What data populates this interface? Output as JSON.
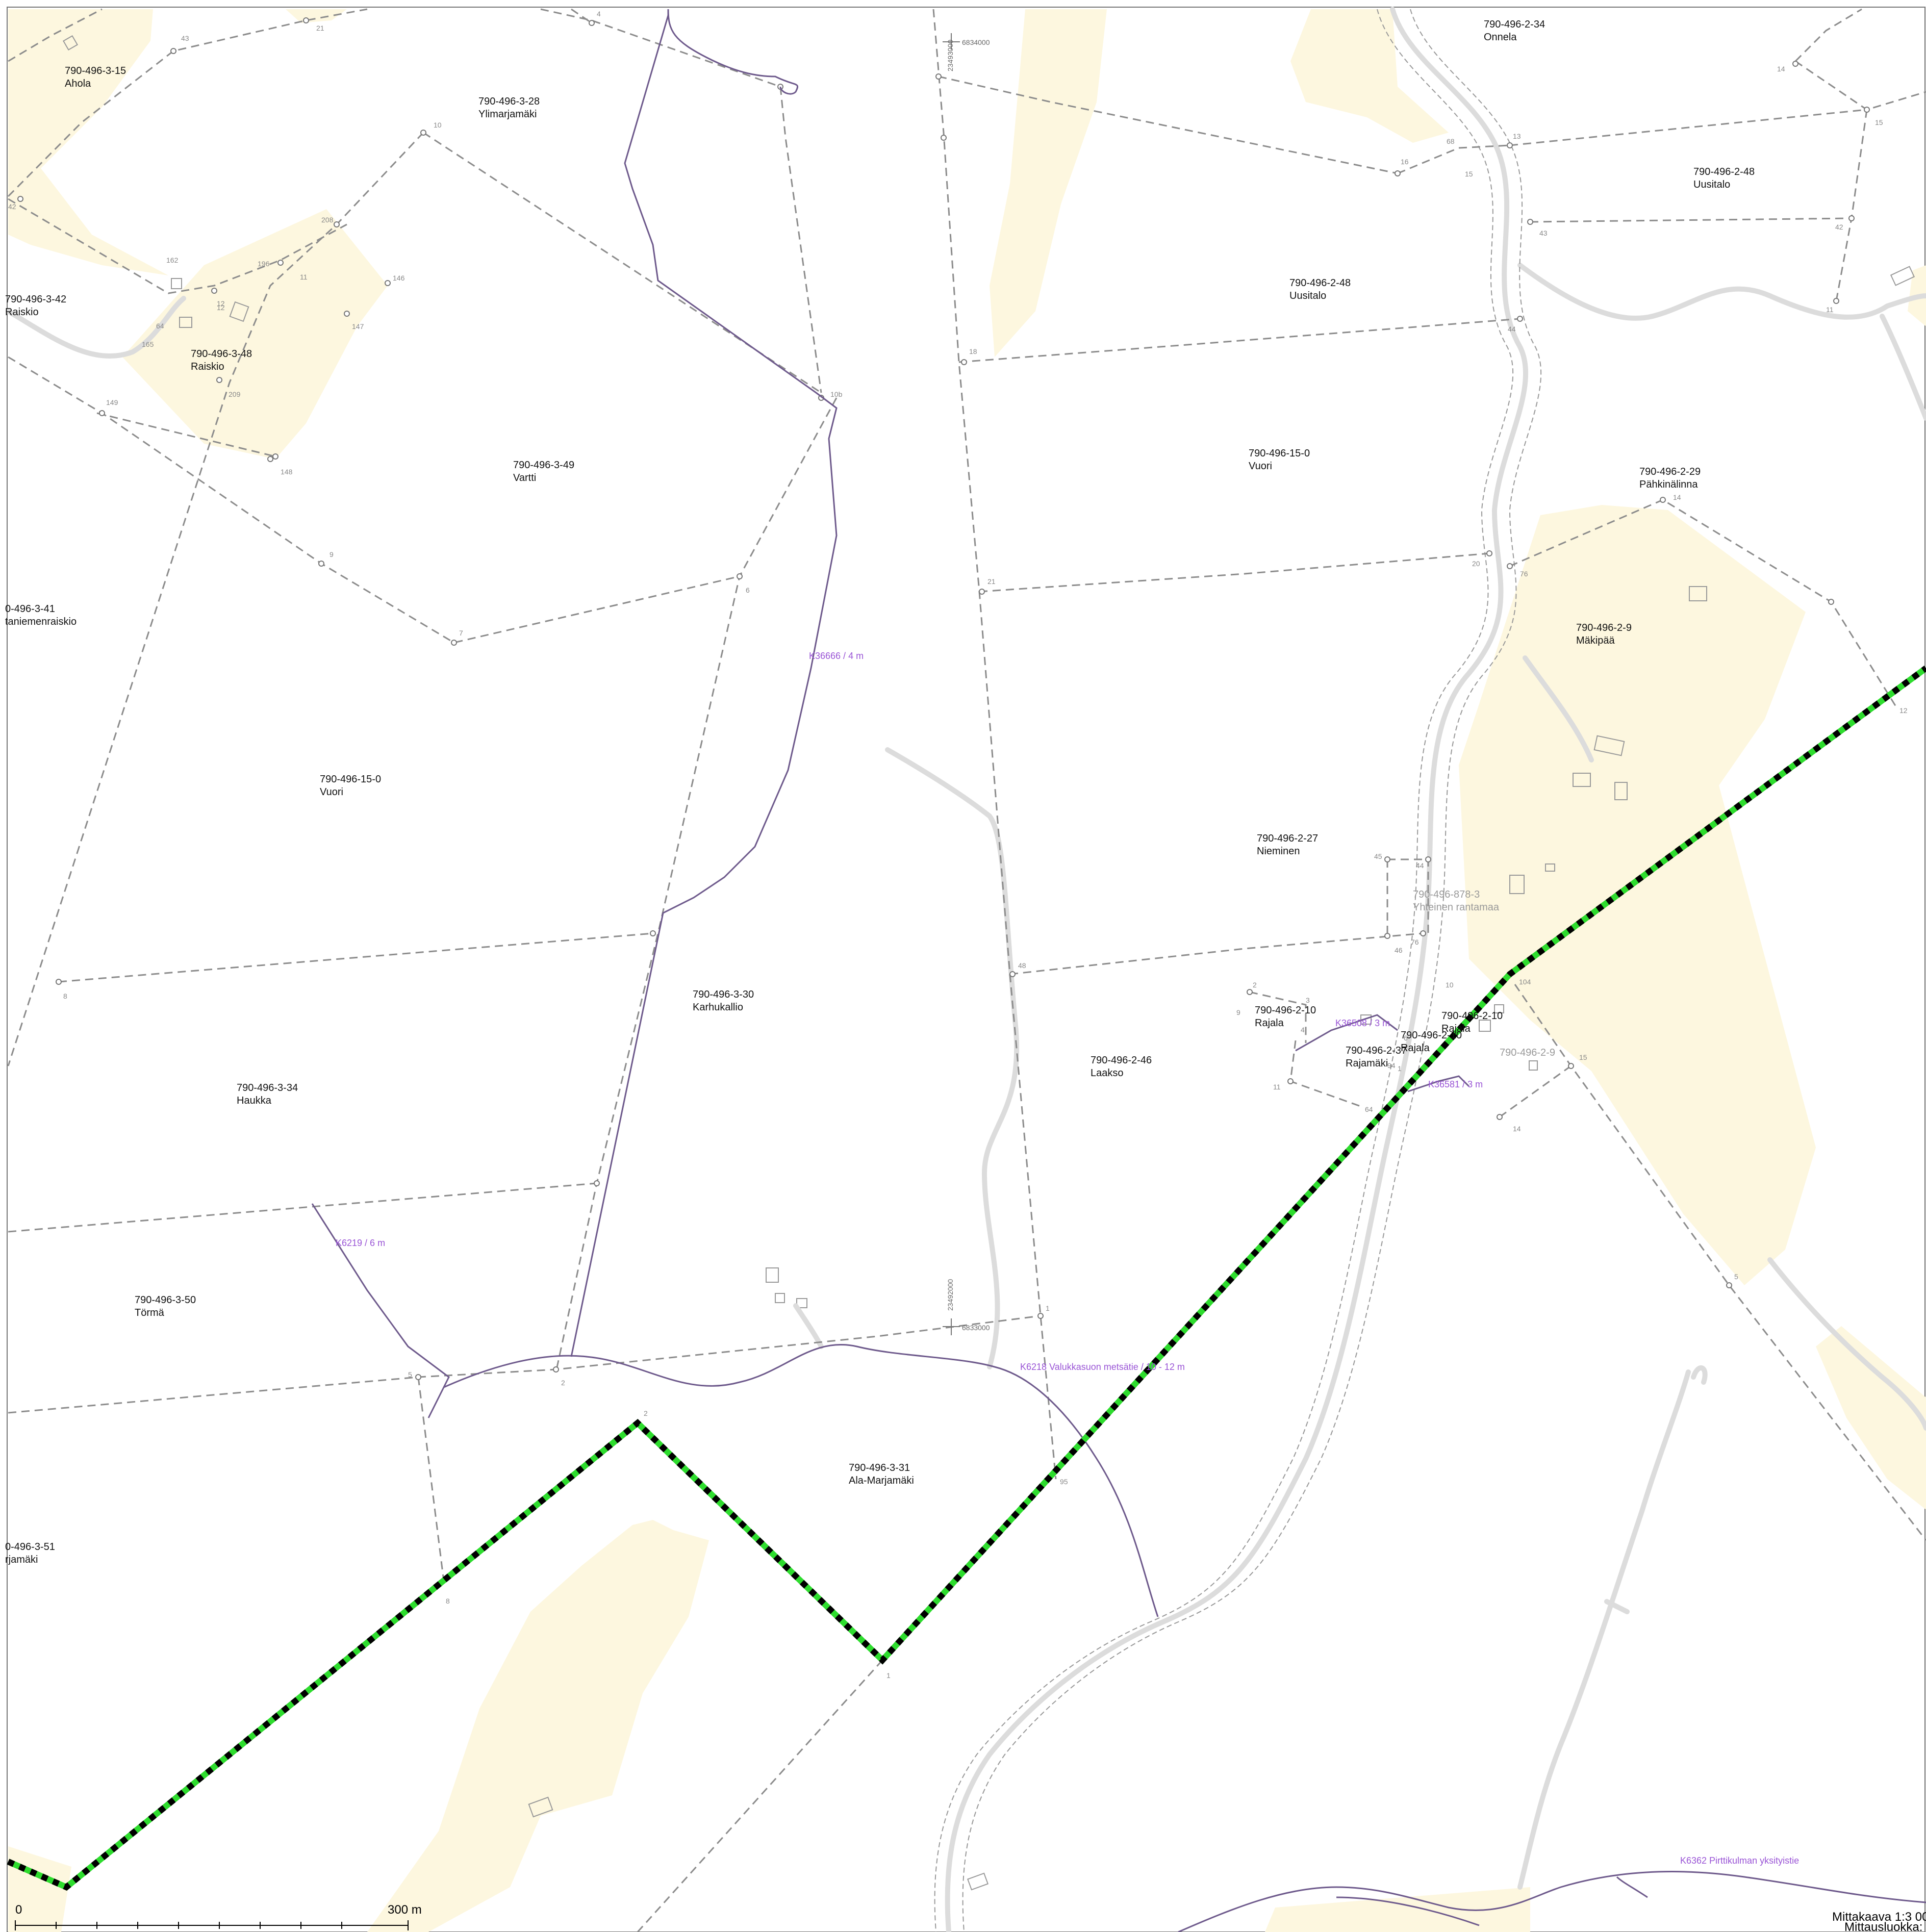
{
  "map": {
    "parcels": [
      {
        "line1": "790-496-3-15",
        "line2": "Ahola"
      },
      {
        "line1": "790-496-3-28",
        "line2": "Ylimarjamäki"
      },
      {
        "line1": "790-496-3-42",
        "line2": "Raiskio"
      },
      {
        "line1": "790-496-3-48",
        "line2": "Raiskio"
      },
      {
        "line1": "790-496-3-49",
        "line2": "Vartti"
      },
      {
        "line1": "0-496-3-41",
        "line2": "taniemenraiskio"
      },
      {
        "line1": "790-496-15-0",
        "line2": "Vuori"
      },
      {
        "line1": "790-496-3-30",
        "line2": "Karhukallio"
      },
      {
        "line1": "790-496-3-34",
        "line2": "Haukka"
      },
      {
        "line1": "790-496-3-50",
        "line2": "Törmä"
      },
      {
        "line1": "790-496-3-31",
        "line2": "Ala-Marjamäki"
      },
      {
        "line1": "0-496-3-51",
        "line2": "rjamäki"
      },
      {
        "line1": "790-496-2-34",
        "line2": "Onnela"
      },
      {
        "line1": "790-496-2-48",
        "line2": "Uusitalo"
      },
      {
        "line1": "790-496-2-48",
        "line2": "Uusitalo"
      },
      {
        "line1": "790-496-15-0",
        "line2": "Vuori"
      },
      {
        "line1": "790-496-2-29",
        "line2": "Pähkinälinna"
      },
      {
        "line1": "790-496-2-9",
        "line2": "Mäkipää"
      },
      {
        "line1": "790-496-2-27",
        "line2": "Nieminen"
      },
      {
        "line1": "790-496-878-3",
        "line2": "Yhteinen rantamaa"
      },
      {
        "line1": "790-496-2-10",
        "line2": "Rajala"
      },
      {
        "line1": "790-496-2-10",
        "line2": "Rajala"
      },
      {
        "line1": "790-496-2-37",
        "line2": "Rajamäki"
      },
      {
        "line1": "790-496-2-10",
        "line2": "Rajala"
      },
      {
        "line1": "790-496-2-9",
        "line2": ""
      },
      {
        "line1": "790-496-2-46",
        "line2": "Laakso"
      }
    ],
    "easements": [
      "K36666 / 4 m",
      "K6219 / 6 m",
      "K6218 Valukkasuon metsätie / 10 - 12 m",
      "K36508 / 3 m",
      "K36581 / 3 m",
      "K6362 Pirttikulman yksityistie"
    ],
    "coordinates": [
      "6834000",
      "6833000",
      "23492000",
      "23493000"
    ],
    "point_numbers": [
      "43",
      "21",
      "4",
      "42",
      "10",
      "12",
      "196",
      "208",
      "11",
      "146",
      "147",
      "162",
      "12",
      "209",
      "165",
      "64",
      "149",
      "148",
      "9",
      "7",
      "6",
      "8",
      "10b",
      "5",
      "2",
      "2",
      "1",
      "8",
      "16",
      "15",
      "68",
      "13",
      "14",
      "15",
      "43",
      "42",
      "44",
      "11",
      "18",
      "21",
      "20",
      "76",
      "14",
      "12",
      "48",
      "45",
      "44",
      "46",
      "76",
      "10",
      "104",
      "15",
      "14",
      "64",
      "94",
      "11",
      "2",
      "3",
      "4",
      "9",
      "1",
      "6",
      "5",
      "1",
      "95"
    ],
    "scale_bar": {
      "start": "0",
      "end": "300 m"
    },
    "footer": {
      "scale": "Mittakaava 1:3 00",
      "accuracy": "Mittausluokka:"
    },
    "colors": {
      "field": "#fdf7df",
      "parcel_boundary": "#8c8c8c",
      "road": "#dcdcdc",
      "easement_line": "#6e5a8c",
      "easement_text": "#9a55d6",
      "municipal_border_dash": "#000000",
      "municipal_border_base": "#2edc2e"
    }
  }
}
